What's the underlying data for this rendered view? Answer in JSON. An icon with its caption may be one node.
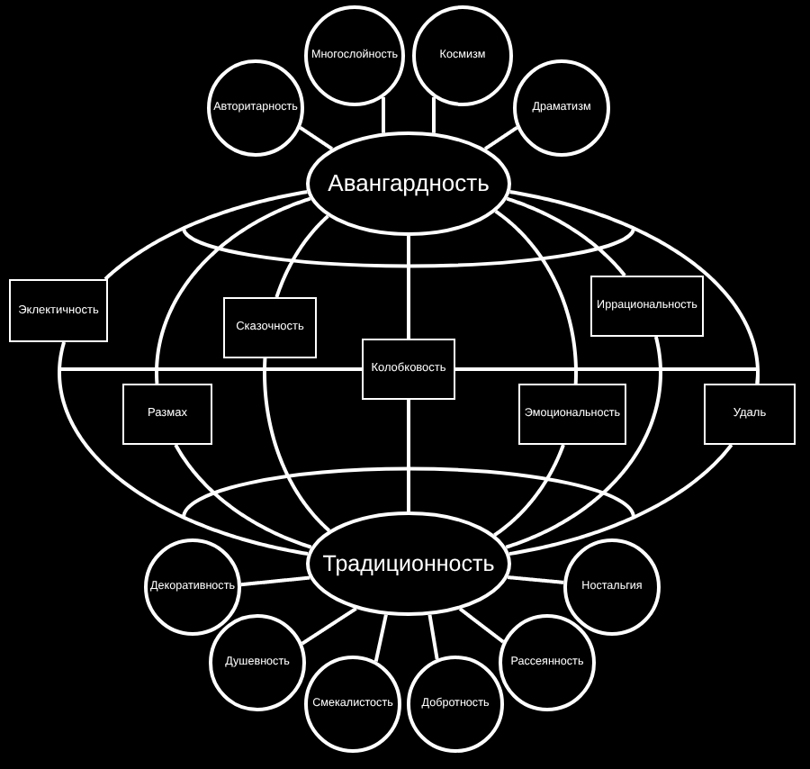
{
  "diagram": {
    "nodes": [
      {
        "text": [
          "Авторитарность"
        ]
      },
      {
        "text": [
          "Многослойность"
        ]
      },
      {
        "text": [
          "Космизм"
        ]
      },
      {
        "text": [
          "Драматизм"
        ]
      },
      {
        "text": [
          "Авангардность"
        ]
      },
      {
        "text": [
          "Эклектичность"
        ]
      },
      {
        "text": [
          "Сказочность"
        ]
      },
      {
        "text": [
          "Иррациональность"
        ]
      },
      {
        "text": [
          "Колобковость"
        ]
      },
      {
        "text": [
          "Размах"
        ]
      },
      {
        "text": [
          "Эмоциональность"
        ]
      },
      {
        "text": [
          "Удаль"
        ]
      },
      {
        "text": [
          "Традиционность"
        ]
      },
      {
        "text": [
          "Декоративность"
        ]
      },
      {
        "text": [
          "Ностальгия"
        ]
      },
      {
        "text": [
          "Душевность"
        ]
      },
      {
        "text": [
          "Рассеянность"
        ]
      },
      {
        "text": [
          "Смекалистость"
        ]
      },
      {
        "text": [
          "Добротность"
        ]
      }
    ],
    "edges": [
      {
        "from": 4,
        "to": 0,
        "arrow": "none"
      },
      {
        "from": 4,
        "to": 1,
        "arrow": "none"
      },
      {
        "from": 4,
        "to": 2,
        "arrow": "none"
      },
      {
        "from": 4,
        "to": 3,
        "arrow": "none"
      },
      {
        "from": 4,
        "to": 5,
        "arrow": "none"
      },
      {
        "from": 5,
        "to": 12,
        "arrow": "none"
      },
      {
        "from": 4,
        "to": 9,
        "arrow": "none"
      },
      {
        "from": 9,
        "to": 12,
        "arrow": "none"
      },
      {
        "from": 4,
        "to": 6,
        "arrow": "none"
      },
      {
        "from": 6,
        "to": 12,
        "arrow": "none"
      },
      {
        "from": 4,
        "to": 8,
        "arrow": "none"
      },
      {
        "from": 8,
        "to": 12,
        "arrow": "none"
      },
      {
        "from": 4,
        "to": 10,
        "arrow": "none"
      },
      {
        "from": 10,
        "to": 12,
        "arrow": "none"
      },
      {
        "from": 4,
        "to": 7,
        "arrow": "none"
      },
      {
        "from": 7,
        "to": 12,
        "arrow": "none"
      },
      {
        "from": 4,
        "to": 11,
        "arrow": "none"
      },
      {
        "from": 11,
        "to": 12,
        "arrow": "none"
      },
      {
        "from": 8,
        "to": null,
        "arrow": "none"
      },
      {
        "from": 8,
        "to": 11,
        "arrow": "none"
      },
      {
        "from": 12,
        "to": 13,
        "arrow": "none"
      },
      {
        "from": 12,
        "to": 14,
        "arrow": "none"
      },
      {
        "from": 12,
        "to": 15,
        "arrow": "none"
      },
      {
        "from": 12,
        "to": 16,
        "arrow": "none"
      },
      {
        "from": 12,
        "to": 17,
        "arrow": "none"
      },
      {
        "from": 12,
        "to": 18,
        "arrow": "none"
      }
    ]
  }
}
